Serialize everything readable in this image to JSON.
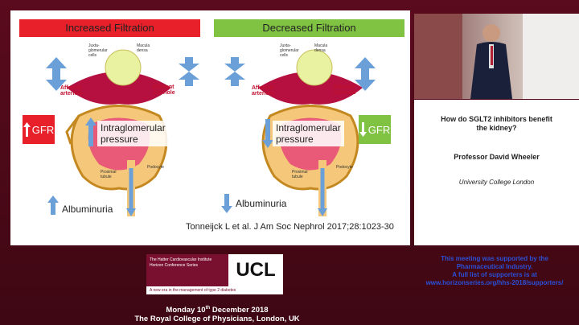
{
  "slide": {
    "banner_left": "Increased Filtration",
    "banner_right": "Decreased Filtration",
    "labels": {
      "juxta": "Juxta-\nglomerular\ncells",
      "macula": "Macula\ndensa",
      "afferent": "Afferent\narteriole",
      "efferent": "Efferent\narteriole",
      "podocyte": "Podocyte",
      "proximal": "Proximal\ntubule"
    },
    "intra_left": "Intraglomerular\npressure",
    "intra_right": "Intraglomerular\npressure",
    "gfr": "GFR",
    "albuminuria_left": "Albuminuria",
    "albuminuria_right": "Albuminuria",
    "citation": "Tonneijck L et al. J Am Soc Nephrol 2017;28:1023-30"
  },
  "right": {
    "question": "How do SGLT2 inhibitors benefit the kidney?",
    "speaker": "Professor David Wheeler",
    "affiliation": "University College London"
  },
  "logo": {
    "left_line1": "The Hatter Cardiovascular Institute",
    "left_line2": "Horizon Conference Series",
    "ucl": "UCL",
    "tagline": "A new era in the management of type 2 diabetes"
  },
  "support": {
    "line1": "This meeting was supported by the",
    "line2": "Pharmaceutical Industry.",
    "line3": "A full list of supporters is at",
    "line4": "www.horizonseries.org/hhs-2018/supporters/"
  },
  "footer": {
    "date_pre": "Monday 10",
    "date_sup": "th",
    "date_post": " December 2018",
    "venue": "The Royal College of Physicians, London, UK"
  },
  "colors": {
    "red": "#e8202a",
    "green": "#80c342",
    "arrow_blue": "#6a9fd8",
    "maroon": "#5a0b1d",
    "link_blue": "#2a50d8"
  },
  "icons": [
    "up-down-arrow-icon",
    "contract-arrow-icon",
    "up-arrow-icon",
    "down-arrow-icon"
  ]
}
